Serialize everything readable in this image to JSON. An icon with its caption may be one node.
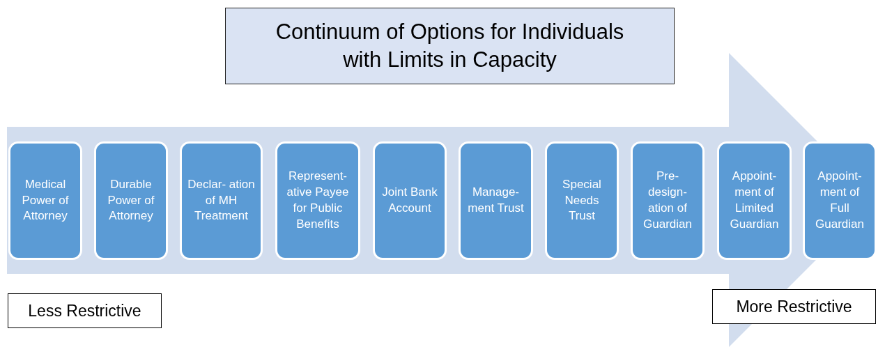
{
  "diagram": {
    "title": "Continuum of Options for Individuals with Limits in Capacity",
    "nodes": [
      {
        "text": [
          "Medical Power of Attorney"
        ]
      },
      {
        "text": [
          "Durable Power of Attorney"
        ]
      },
      {
        "text": [
          "Declar- ation of MH Treatment"
        ]
      },
      {
        "text": [
          "Represent- ative Payee for Public Benefits"
        ]
      },
      {
        "text": [
          "Joint Bank Account"
        ]
      },
      {
        "text": [
          "Manage- ment Trust"
        ]
      },
      {
        "text": [
          "Special Needs Trust"
        ]
      },
      {
        "text": [
          "Pre- design- ation of Guardian"
        ]
      },
      {
        "text": [
          "Appoint- ment of Limited Guardian"
        ]
      },
      {
        "text": [
          "Appoint- ment of Full Guardian"
        ]
      },
      {
        "text": [
          "Less Restrictive"
        ]
      },
      {
        "text": [
          "More Restrictive"
        ]
      }
    ],
    "edges": []
  }
}
